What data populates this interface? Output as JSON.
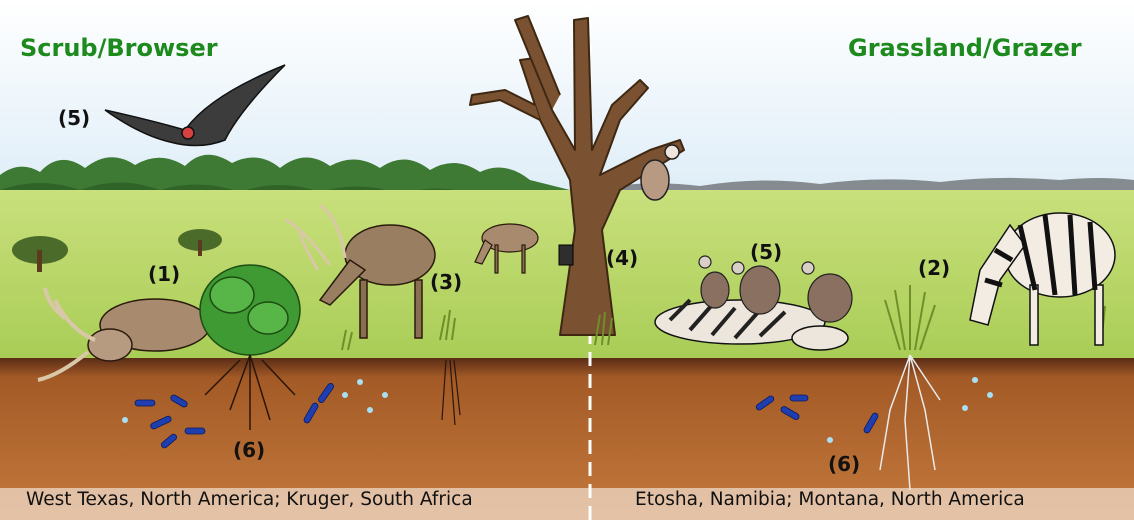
{
  "panels": {
    "left": {
      "title": "Scrub/Browser",
      "location": "West Texas, North America; Kruger, South Africa"
    },
    "right": {
      "title": "Grassland/Grazer",
      "location": "Etosha, Namibia; Montana, North America"
    }
  },
  "markers": {
    "left_vulture": "(5)",
    "left_carcass": "(1)",
    "left_grass": "(3)",
    "left_soil": "(6)",
    "camera": "(4)",
    "right_vultures": "(5)",
    "right_zebra": "(2)",
    "right_soil": "(6)"
  },
  "colors": {
    "title_green": "#1d8a1d",
    "sky": "#eef7fd",
    "grass": "#b9d86a",
    "soil": "#b56a32",
    "microbes": "#1f3fb0"
  }
}
